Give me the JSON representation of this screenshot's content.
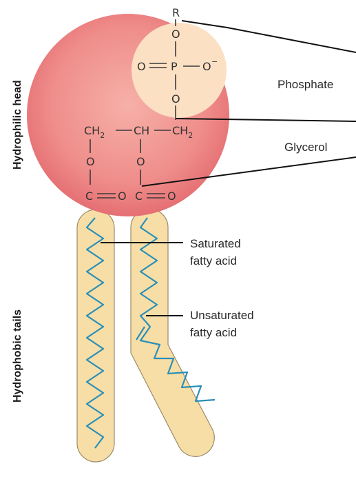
{
  "labels": {
    "hydrophilic_head": "Hydrophilic head",
    "hydrophobic_tails": "Hydrophobic tails",
    "phosphate": "Phosphate",
    "glycerol": "Glycerol",
    "saturated_line1": "Saturated",
    "saturated_line2": "fatty acid",
    "unsaturated_line1": "Unsaturated",
    "unsaturated_line2": "fatty acid"
  },
  "chemistry": {
    "r_group": "R",
    "oxygen": "O",
    "phosphorus": "P",
    "oxygen_minus": "O",
    "minus_sign": "−",
    "ch": "CH",
    "ch2": "CH",
    "sub2": "2",
    "carbon": "C"
  },
  "colors": {
    "head": "#ee7e7e",
    "head_light": "#f4a8a2",
    "phosphate_circle": "#fbe0c4",
    "tails": "#f7dea6",
    "tail_outline": "#9a8a6a",
    "chain": "#2a8fb8",
    "leader": "#111111"
  }
}
